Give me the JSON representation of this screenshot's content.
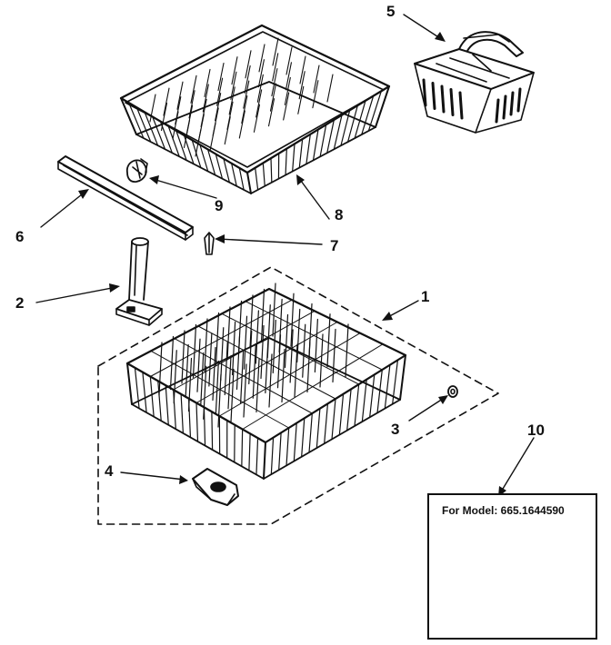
{
  "callouts": {
    "c1": "1",
    "c2": "2",
    "c3": "3",
    "c4": "4",
    "c5": "5",
    "c6": "6",
    "c7": "7",
    "c8": "8",
    "c9": "9",
    "c10": "10"
  },
  "model_box": {
    "label": "For Model: 665.1644590"
  },
  "colors": {
    "line": "#111111",
    "background": "#ffffff"
  }
}
